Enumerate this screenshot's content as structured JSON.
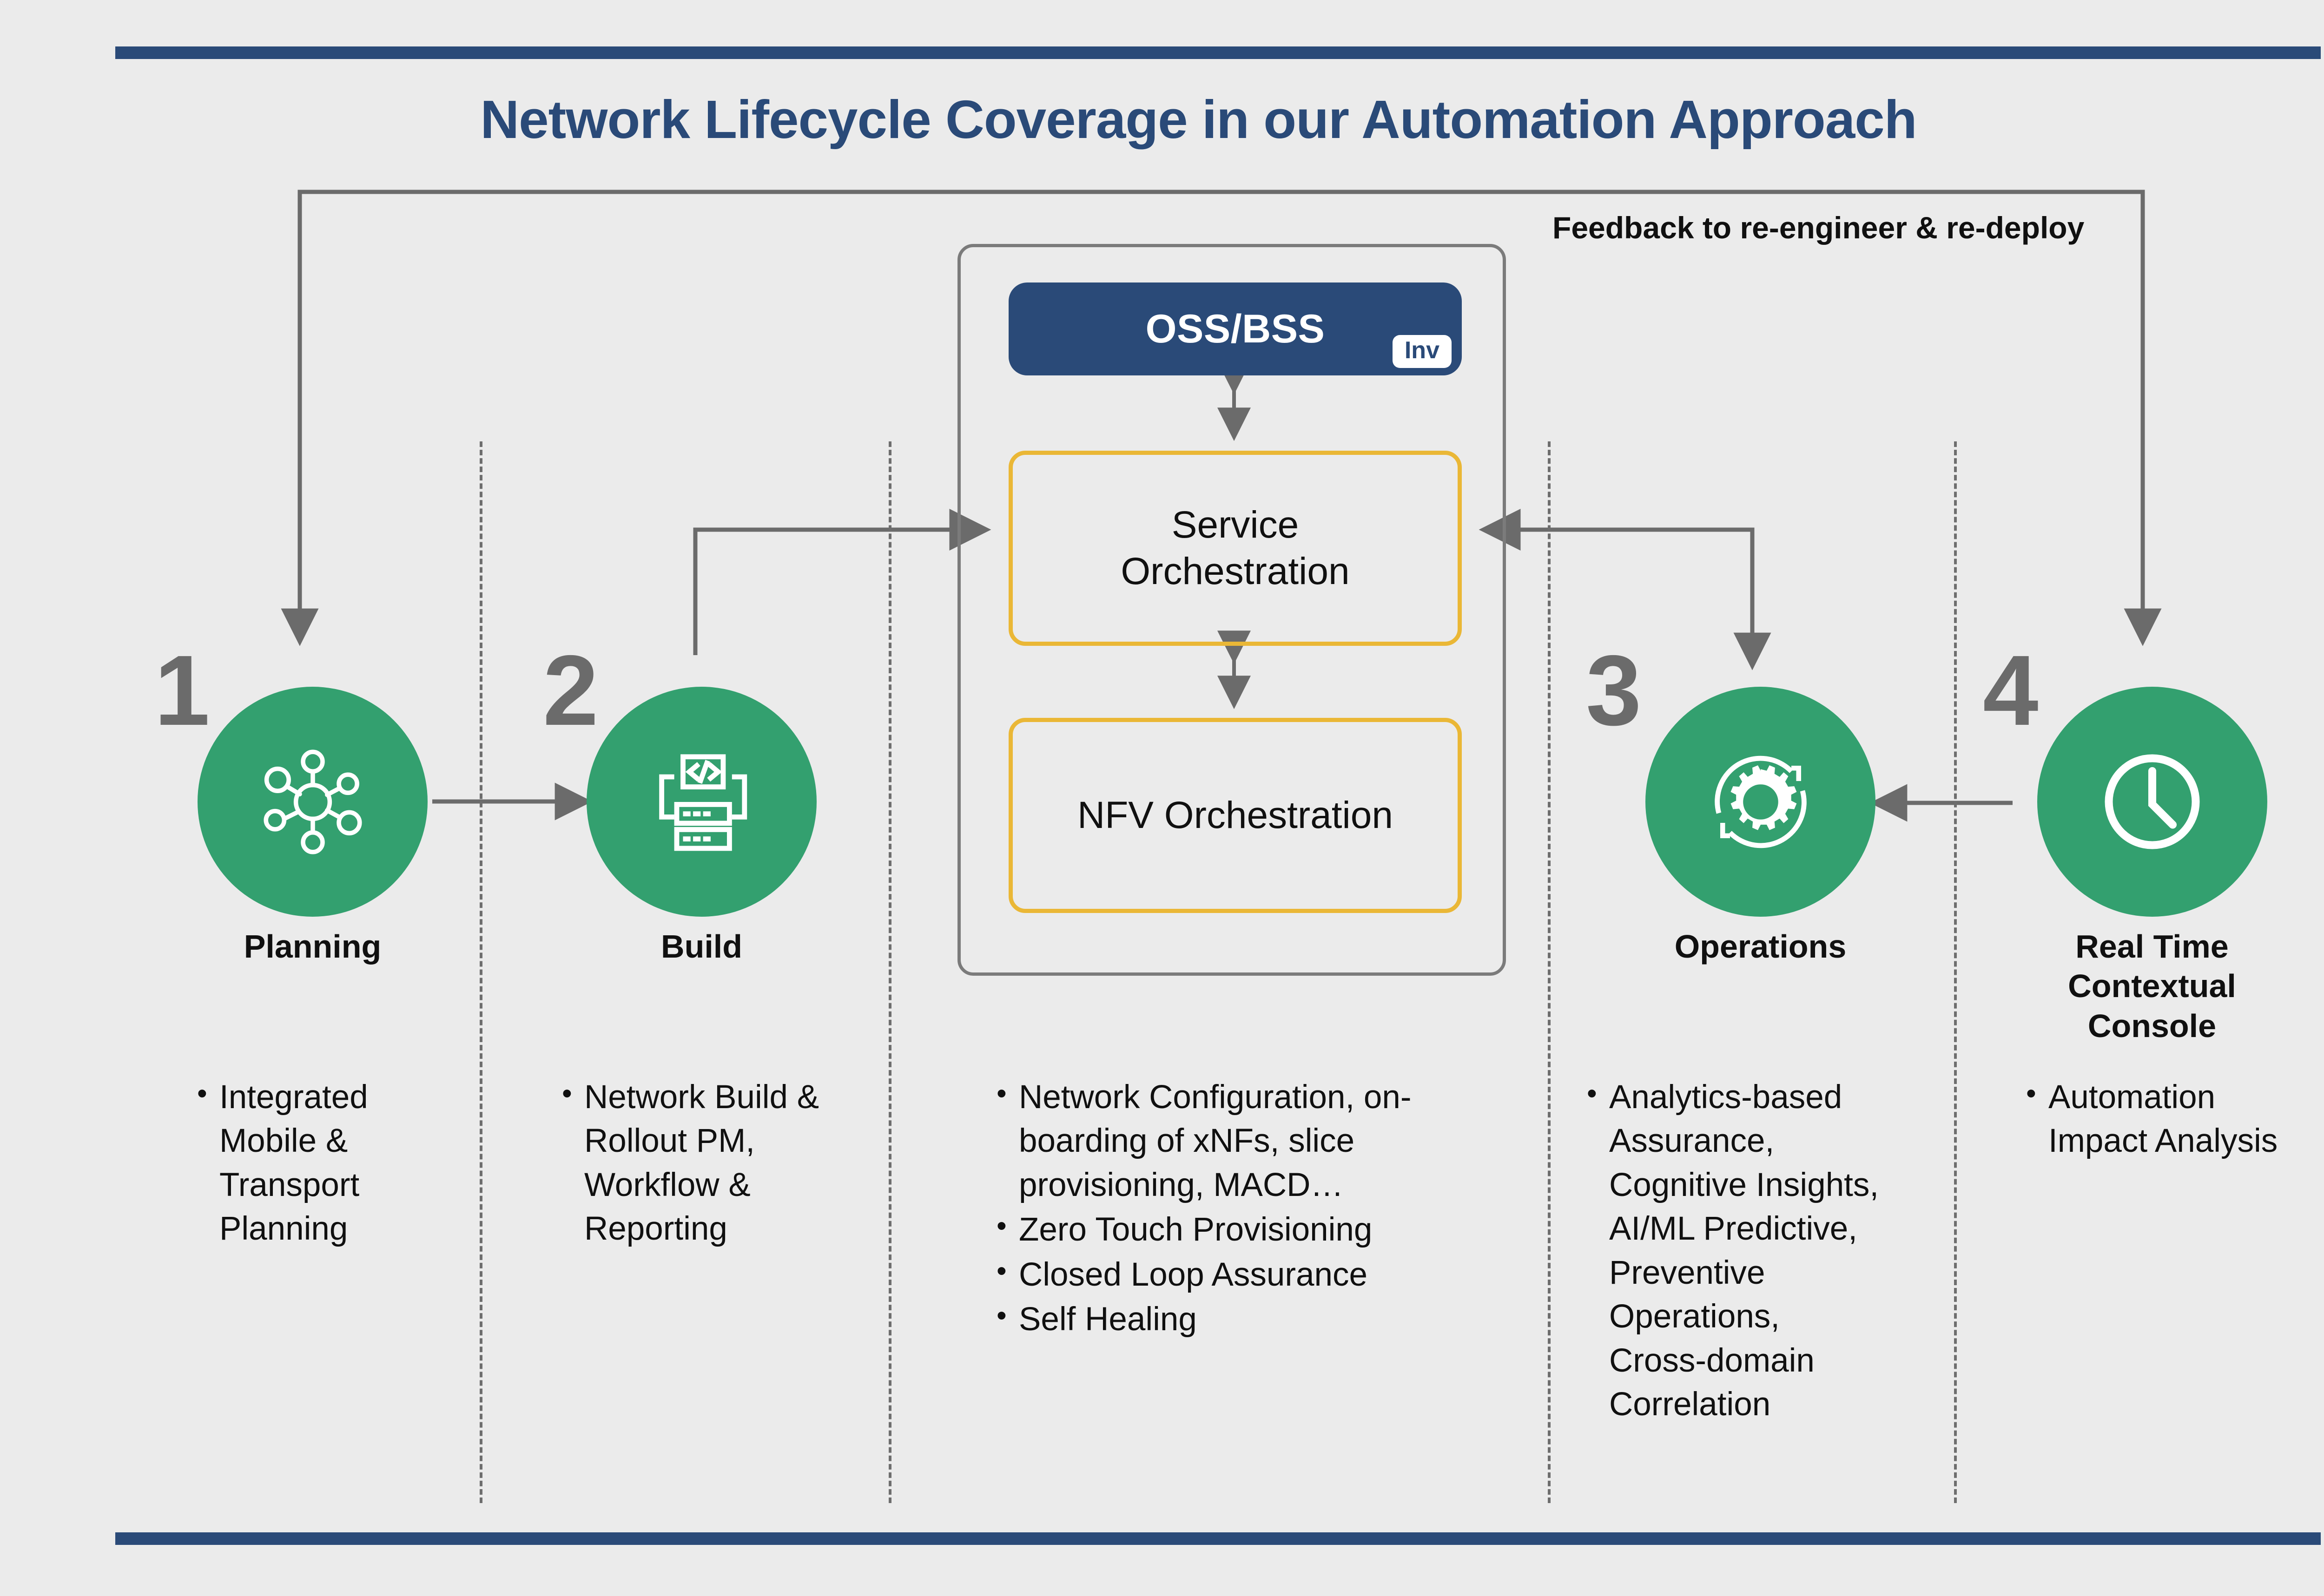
{
  "header": {
    "title": "Network Lifecycle Coverage in our Automation Approach",
    "accent_navy": "#2a4a78",
    "accent_green": "#33a06f",
    "accent_amber": "#eab736"
  },
  "annotations": {
    "feedback_loop": "Feedback to re-engineer & re-deploy"
  },
  "orchestration": {
    "ossbss": {
      "label": "OSS/BSS",
      "badge": "Inv"
    },
    "boxes": [
      {
        "label": "Service\nOrchestration",
        "line1": "Service",
        "line2": "Orchestration"
      },
      {
        "label": "NFV Orchestration",
        "line1": "NFV Orchestration",
        "line2": ""
      }
    ]
  },
  "stages": [
    {
      "number": "1",
      "label": "Planning",
      "icon": "network-hub-icon",
      "bullets": [
        "Integrated Mobile & Transport Planning"
      ]
    },
    {
      "number": "2",
      "label": "Build",
      "icon": "code-server-icon",
      "bullets": [
        "Network Build & Rollout PM, Workflow & Reporting"
      ]
    },
    {
      "number": "3",
      "label": "Operations",
      "icon": "gear-refresh-icon",
      "bullets": [
        "Analytics-based Assurance, Cognitive Insights, AI/ML Predictive, Preventive Operations, Cross-domain Correlation"
      ]
    },
    {
      "number": "4",
      "label": "Real Time Contextual Console",
      "icon": "clock-icon",
      "bullets": [
        "Automation Impact Analysis"
      ]
    }
  ],
  "center_column": {
    "bullets": [
      "Network Configuration, on-boarding of xNFs, slice provisioning, MACD…",
      "Zero Touch Provisioning",
      "Closed Loop Assurance",
      "Self Healing"
    ]
  }
}
